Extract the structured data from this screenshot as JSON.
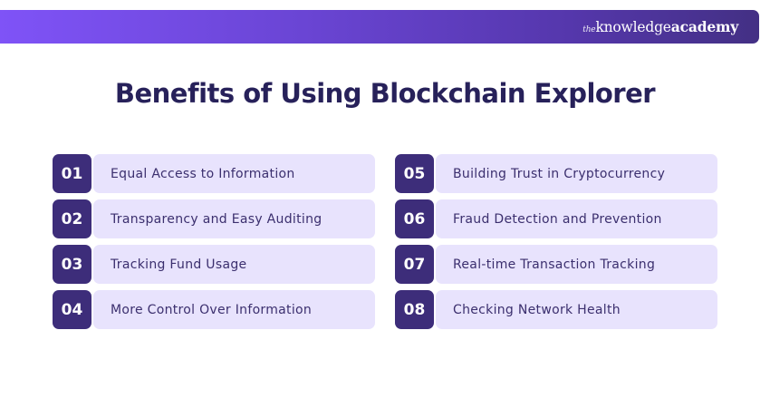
{
  "header": {
    "brand": {
      "the": "the",
      "knowledge": "knowledge",
      "academy": "academy"
    },
    "gradient_colors": [
      "#7f53f7",
      "#433084"
    ]
  },
  "title": "Benefits of Using Blockchain Explorer",
  "colors": {
    "title": "#27215a",
    "badge": "#3d2d7a",
    "box": "#e8e3fd",
    "label": "#3b2f6e"
  },
  "benefits": {
    "left": [
      {
        "number": "01",
        "label": "Equal Access to Information"
      },
      {
        "number": "02",
        "label": "Transparency and Easy Auditing"
      },
      {
        "number": "03",
        "label": "Tracking Fund Usage"
      },
      {
        "number": "04",
        "label": "More Control Over Information"
      }
    ],
    "right": [
      {
        "number": "05",
        "label": "Building Trust in Cryptocurrency"
      },
      {
        "number": "06",
        "label": "Fraud Detection and Prevention"
      },
      {
        "number": "07",
        "label": "Real-time Transaction Tracking"
      },
      {
        "number": "08",
        "label": "Checking Network Health"
      }
    ]
  }
}
